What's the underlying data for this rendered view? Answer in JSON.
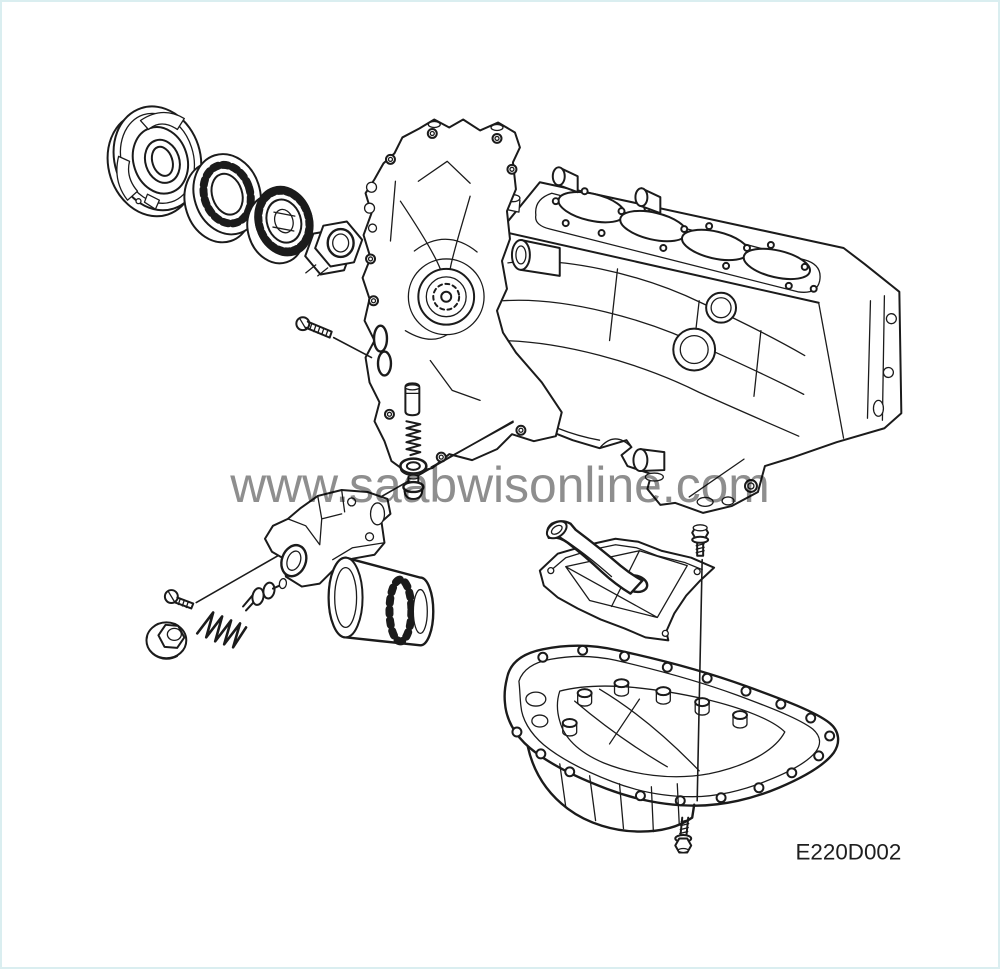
{
  "figure": {
    "watermark": "www.saabwisonline.com",
    "code": "E220D002"
  },
  "colors": {
    "line": "#1b1b1b",
    "watermark_gray": "#8e8e8e",
    "background": "#ffffff",
    "frame_border": "#daeef0"
  },
  "parts": [
    "oil-pump-cover-plate",
    "oil-pump-outer-rotor",
    "oil-pump-inner-rotor",
    "oil-pump-sleeve-nut",
    "timing-cover",
    "engine-block",
    "cover-bolt",
    "relief-valve-plunger",
    "relief-valve-spring",
    "seal-washer",
    "relief-valve-plug",
    "oil-filter-housing",
    "oil-filter",
    "housing-bolt",
    "bypass-plug",
    "bypass-spring",
    "bypass-piston",
    "oil-pickup-windage-tray",
    "pan-bolt-upper",
    "oil-pan",
    "pan-bolt-lower"
  ]
}
